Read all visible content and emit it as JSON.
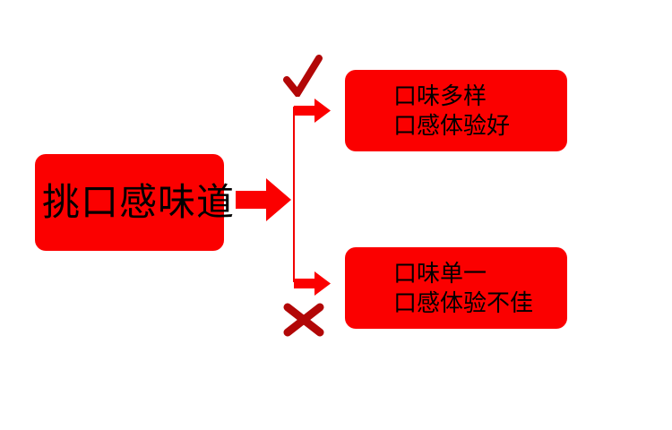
{
  "colors": {
    "background": "#FFFFFF",
    "box_red": "#FB0000",
    "arrow_red": "#FB0000",
    "connector_red": "#F20000",
    "mark_red": "#B20707",
    "text": "#000000"
  },
  "root_node": {
    "label": "挑口感味道"
  },
  "branches": [
    {
      "mark": "checkmark",
      "lines": [
        "口味多样",
        "口感体验好"
      ]
    },
    {
      "mark": "cross",
      "lines": [
        "口味单一",
        "口感体验不佳"
      ]
    }
  ]
}
